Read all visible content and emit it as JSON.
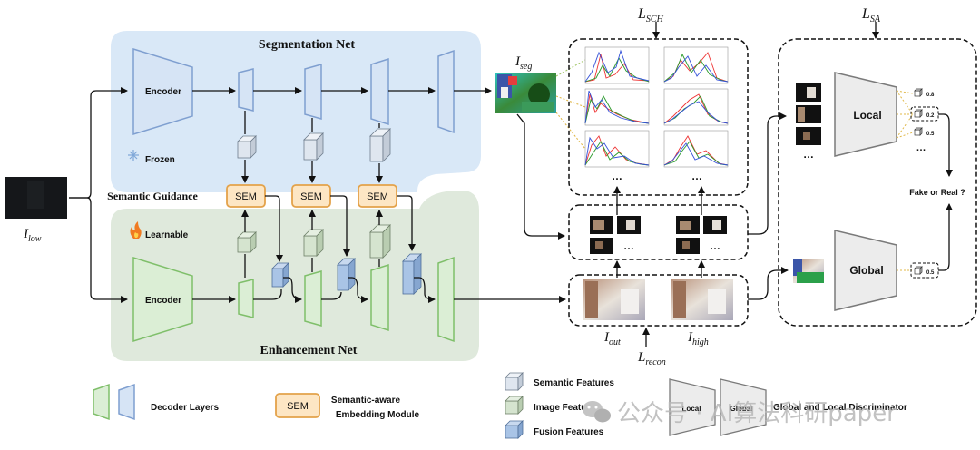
{
  "colors": {
    "seg_panel": "#d9e8f7",
    "enh_panel": "#dfe9dc",
    "blue_block_fill": "#d6e4f5",
    "blue_block_stroke": "#7f9fd0",
    "green_block_fill": "#dbeed5",
    "green_block_stroke": "#7fbf6a",
    "sem_fill": "#fde6c4",
    "sem_stroke": "#e3a24a",
    "disc_fill": "#ececec",
    "disc_stroke": "#7a7a7a"
  },
  "panels": {
    "segmentation_title": "Segmentation Net",
    "enhancement_title": "Enhancement Net",
    "frozen_label": "Frozen",
    "learnable_label": "Learnable",
    "semantic_guidance": "Semantic Guidance"
  },
  "blocks": {
    "encoder_label": "Encoder",
    "sem_label": "SEM"
  },
  "math": {
    "i_low_base": "I",
    "i_low_sub": "low",
    "i_seg_base": "I",
    "i_seg_sub": "seg",
    "i_out_base": "I",
    "i_out_sub": "out",
    "i_high_base": "I",
    "i_high_sub": "high",
    "l_sch_base": "L",
    "l_sch_sub": "SCH",
    "l_sa_base": "L",
    "l_sa_sub": "SA",
    "l_recon_base": "L",
    "l_recon_sub": "recon"
  },
  "discriminator": {
    "local_label": "Local",
    "global_label": "Global",
    "output_question": "Fake or Real ?",
    "local_scores": [
      "0.8",
      "0.2",
      "0.5"
    ],
    "global_score": "0.5",
    "ellipsis": "…"
  },
  "misc": {
    "ellipsis": "…"
  },
  "legend": {
    "decoder_layers": "Decoder Layers",
    "sem_box": "SEM",
    "sem_desc_line1": "Semantic-aware",
    "sem_desc_line2": "Embedding Module",
    "semantic_features": "Semantic Features",
    "image_features": "Image Features",
    "fusion_features": "Fusion Features",
    "local_mini": "Local",
    "global_mini": "Global",
    "global_local_disc": "Global and Local Discriminator"
  },
  "watermark": "公众号 · AI算法科研paper"
}
